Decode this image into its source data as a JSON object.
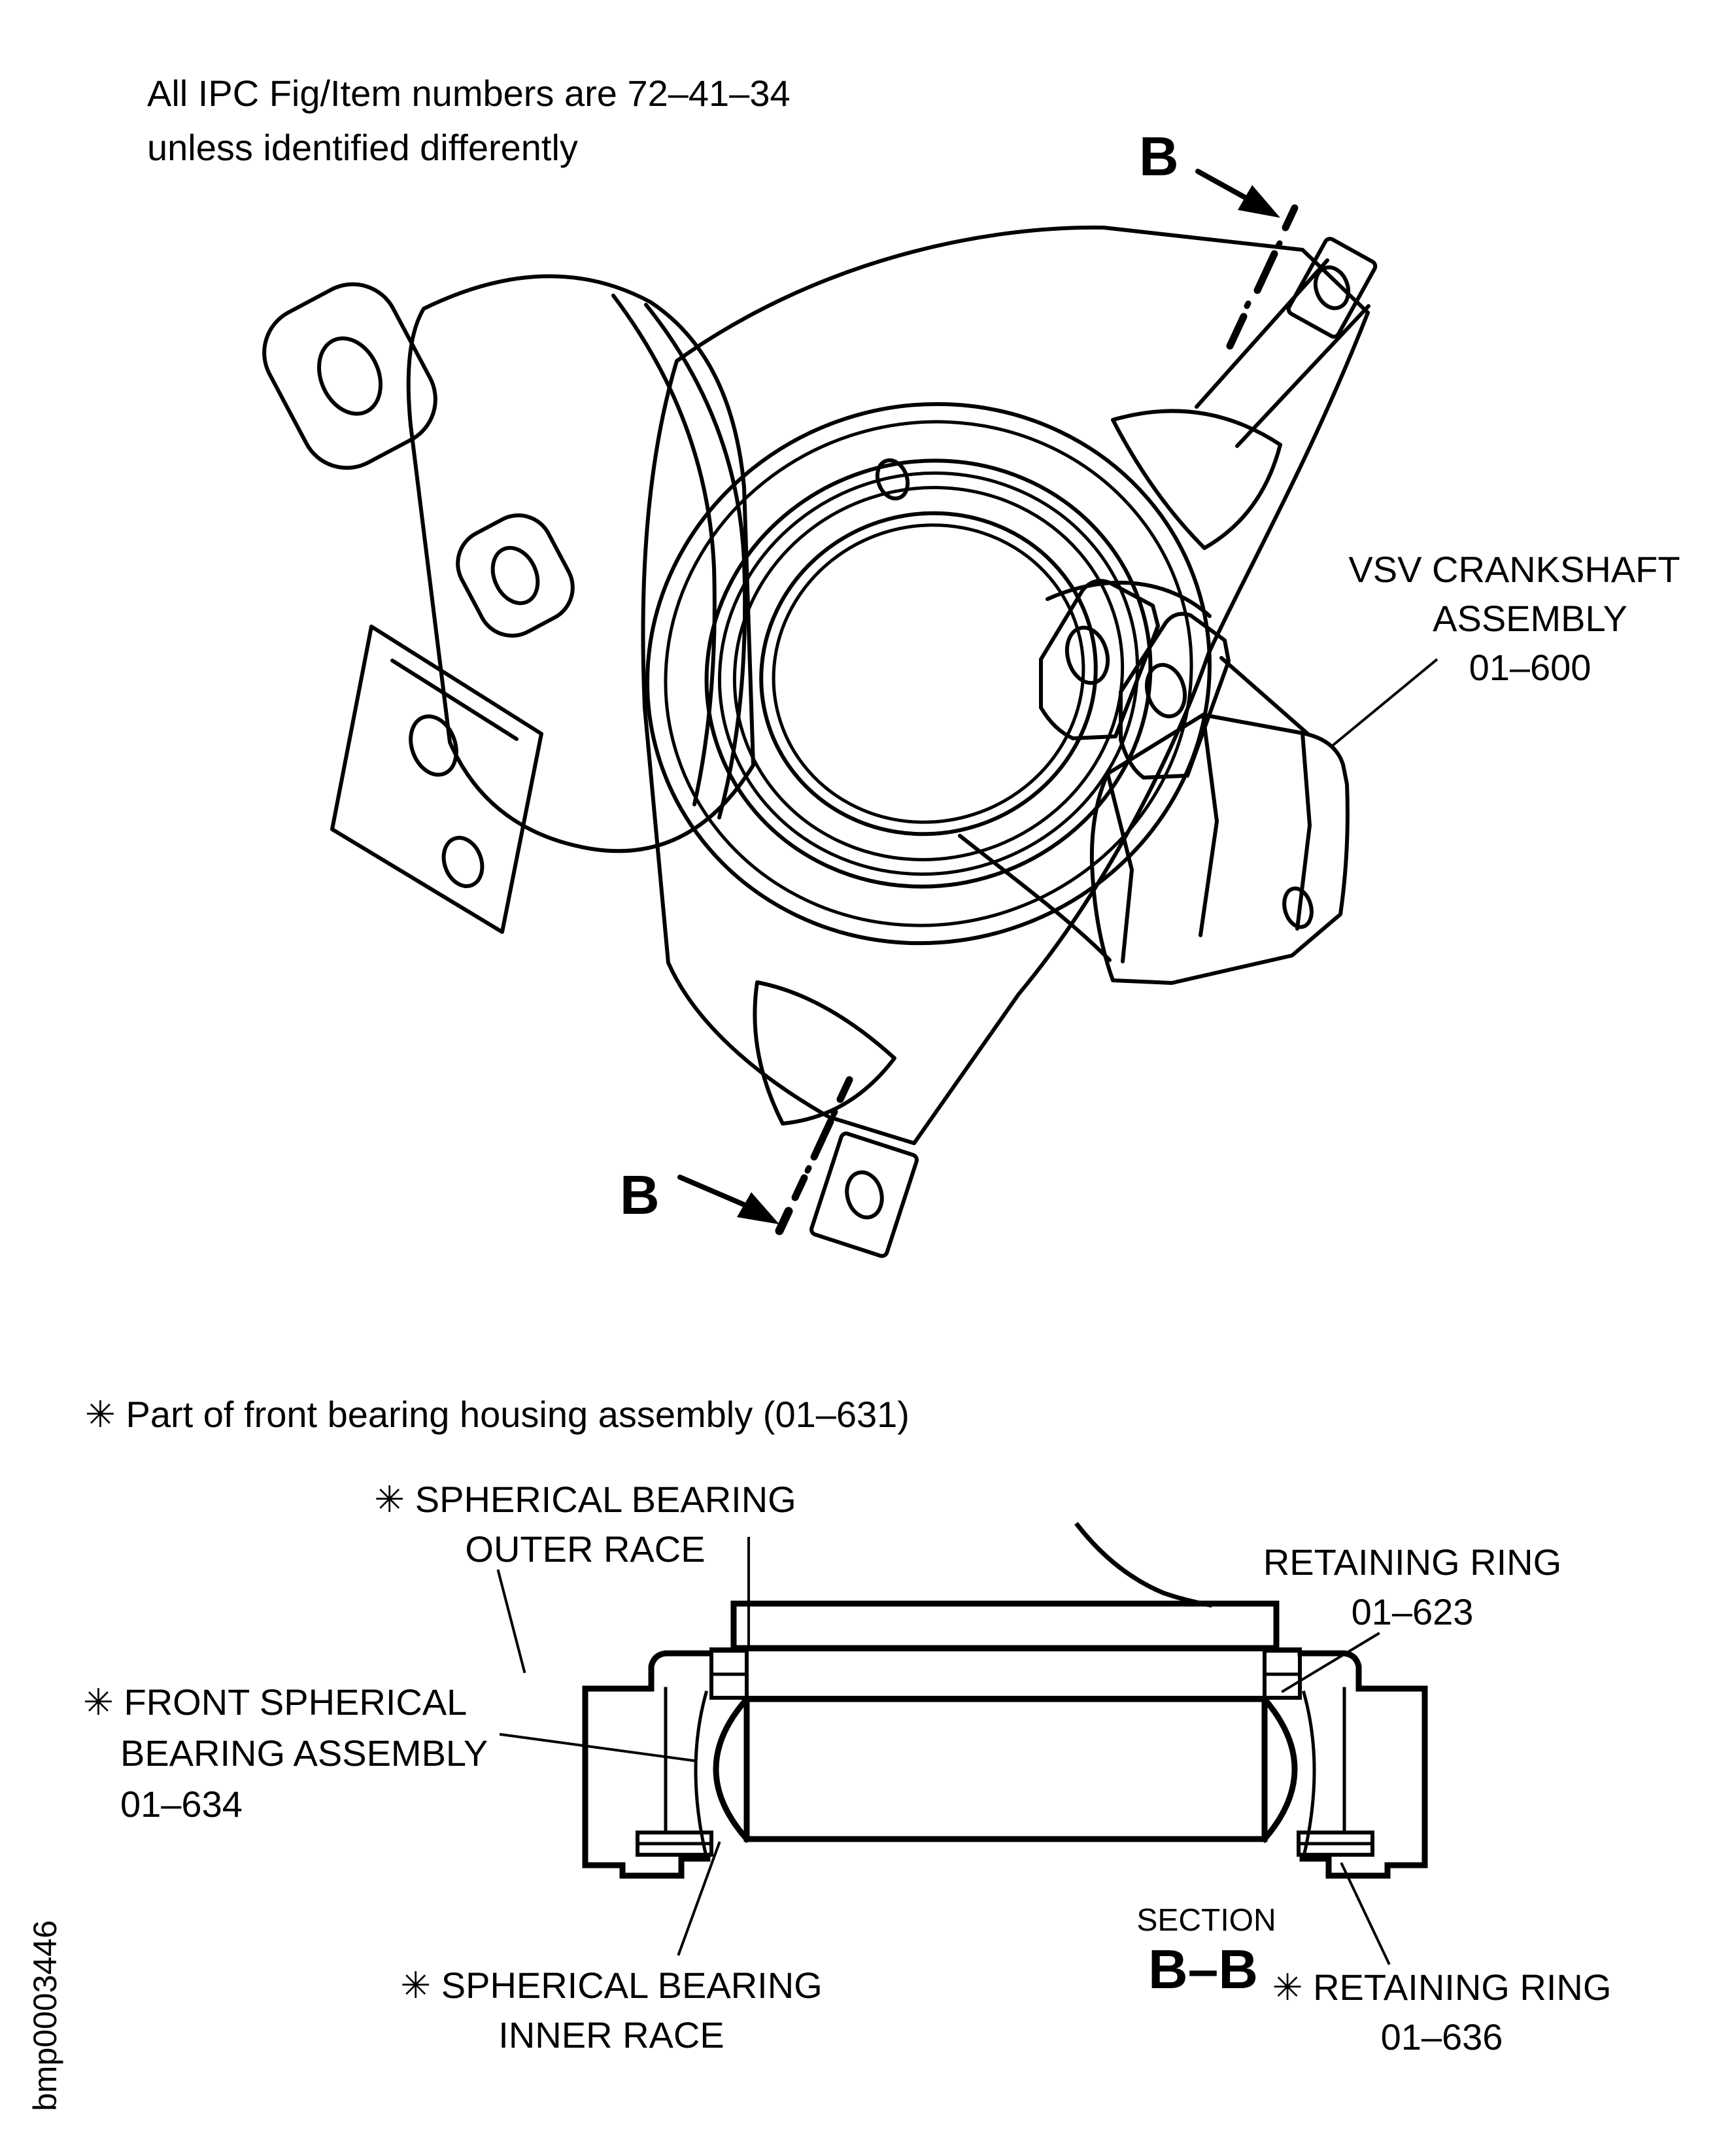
{
  "colors": {
    "ink": "#000000",
    "paper": "#ffffff"
  },
  "header_note": {
    "line1": "All IPC Fig/Item numbers are 72–41–34",
    "line2": "unless identified differently"
  },
  "isometric_view": {
    "section_marker_top": "B",
    "section_marker_bottom": "B",
    "part_label": {
      "line1": "VSV CRANKSHAFT",
      "line2": "ASSEMBLY",
      "line3": "01–600"
    }
  },
  "footnote": "✳ Part of front bearing housing assembly (01–631)",
  "section_view": {
    "title": {
      "line1": "SECTION",
      "line2": "B–B"
    },
    "labels": {
      "outer_race": {
        "line1": "✳ SPHERICAL BEARING",
        "line2": "OUTER RACE"
      },
      "retaining_ring_top": {
        "line1": "RETAINING RING",
        "line2": "01–623"
      },
      "front_bearing": {
        "line1": "✳ FRONT SPHERICAL",
        "line2": "BEARING ASSEMBLY",
        "line3": "01–634"
      },
      "inner_race": {
        "line1": "✳ SPHERICAL BEARING",
        "line2": "INNER RACE"
      },
      "retaining_ring_bottom": {
        "line1": "✳ RETAINING RING",
        "line2": "01–636"
      }
    }
  },
  "figure_id": "bmp0003446"
}
